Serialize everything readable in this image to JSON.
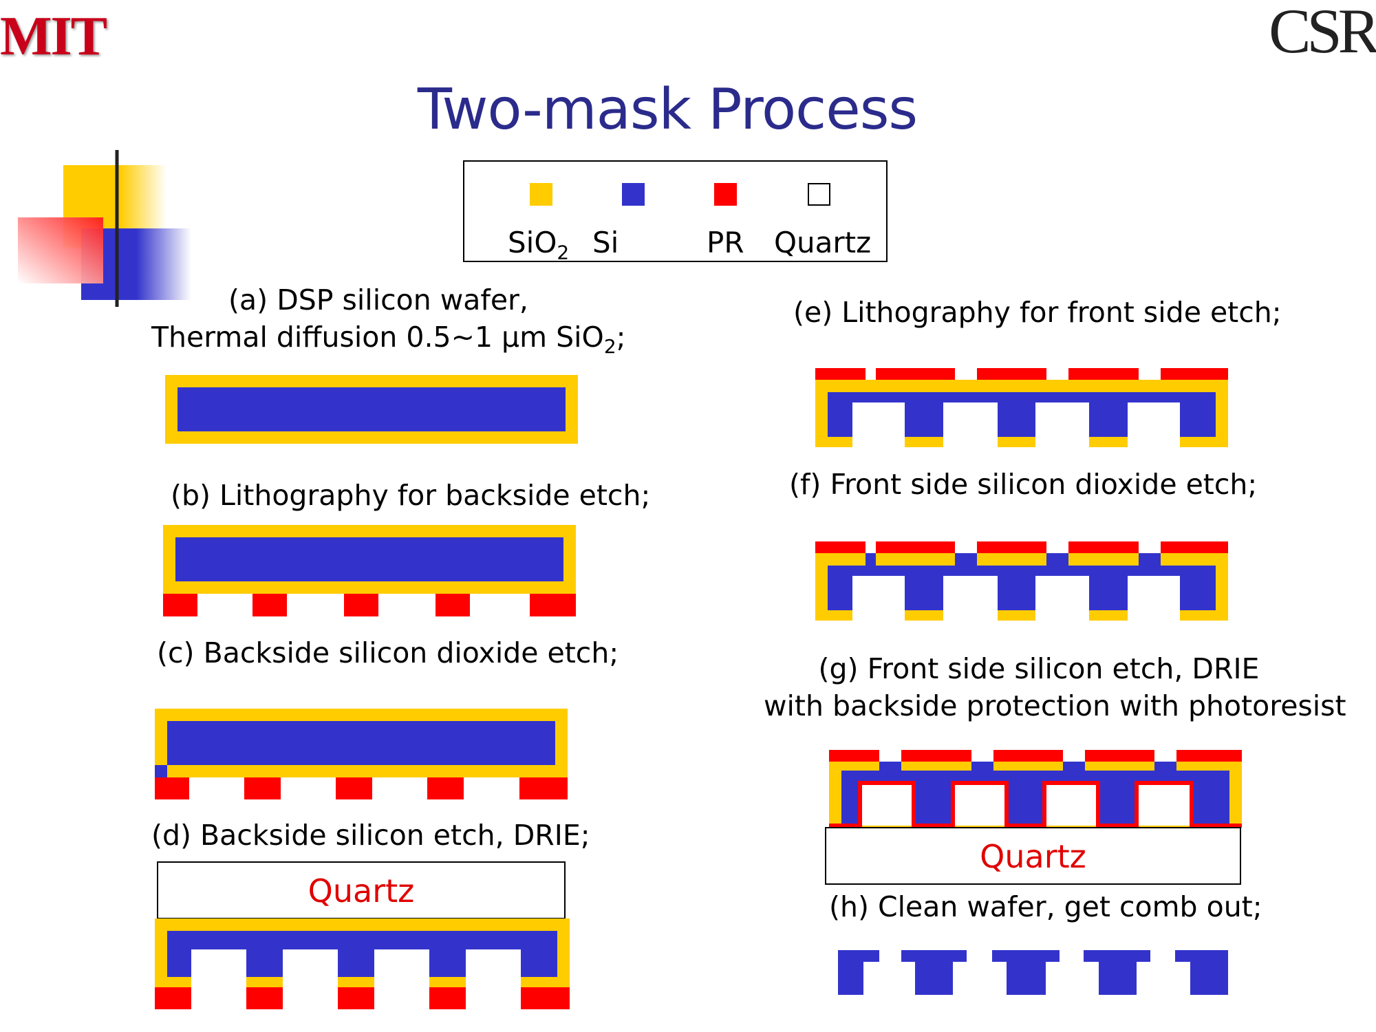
{
  "header": {
    "logo_left": "MIT",
    "logo_right": "CSR",
    "title": "Two-mask Process"
  },
  "colors": {
    "sio2": "#ffcc00",
    "si": "#3333cc",
    "pr": "#ff0000",
    "quartz": "#ffffff",
    "title": "#2b2b8c",
    "quartz_text": "#e00000"
  },
  "legend": {
    "items": [
      {
        "label_main": "SiO",
        "label_sub": "2"
      },
      {
        "label_main": "Si",
        "label_sub": ""
      },
      {
        "label_main": "PR",
        "label_sub": ""
      },
      {
        "label_main": "Quartz",
        "label_sub": ""
      }
    ]
  },
  "steps": {
    "a": {
      "line1": "(a)  DSP silicon wafer,",
      "line2_main": "Thermal diffusion 0.5~1 μm SiO",
      "line2_sub": "2",
      "line2_tail": ";"
    },
    "b": {
      "text": "(b) Lithography for backside etch;"
    },
    "c": {
      "text": "(c) Backside silicon dioxide etch;"
    },
    "d": {
      "text": "(d) Backside silicon etch, DRIE;",
      "quartz": "Quartz"
    },
    "e": {
      "text": "(e) Lithography for front side etch;"
    },
    "f": {
      "text": "(f) Front side silicon dioxide etch;"
    },
    "g": {
      "line1": "(g) Front side silicon etch, DRIE",
      "line2": "with backside protection with photoresist",
      "quartz": "Quartz"
    },
    "h": {
      "text": "(h) Clean wafer, get comb out;"
    }
  }
}
